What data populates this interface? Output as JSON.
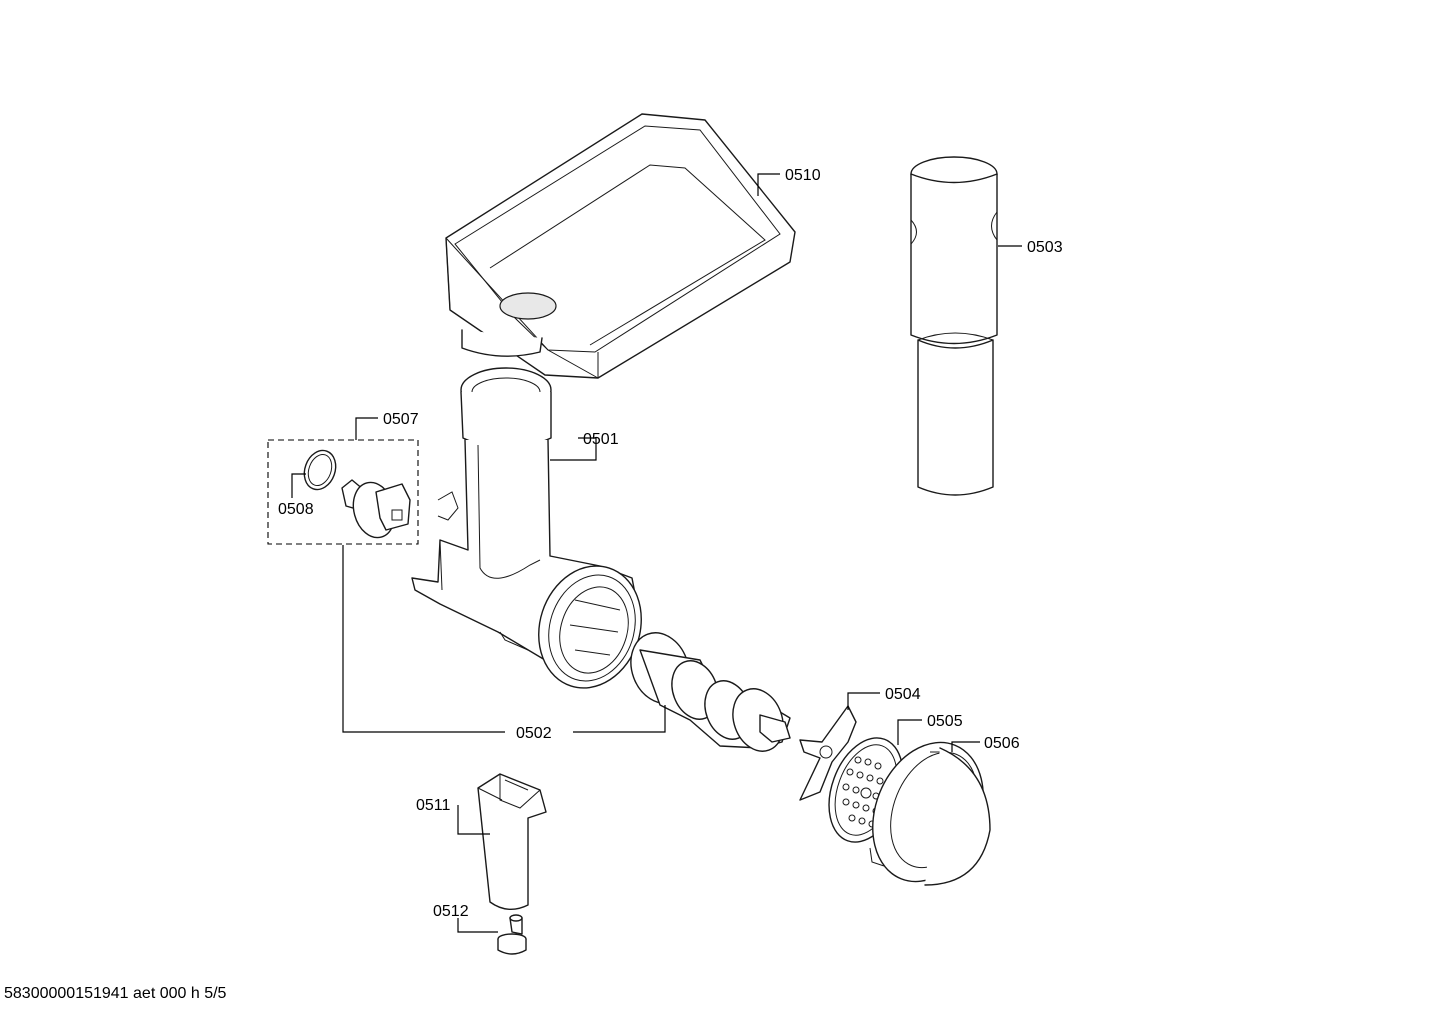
{
  "labels": {
    "p0501": "0501",
    "p0502": "0502",
    "p0503": "0503",
    "p0504": "0504",
    "p0505": "0505",
    "p0506": "0506",
    "p0507": "0507",
    "p0508": "0508",
    "p0510": "0510",
    "p0511": "0511",
    "p0512": "0512"
  },
  "footer": "58300000151941 aet 000 h 5/5"
}
